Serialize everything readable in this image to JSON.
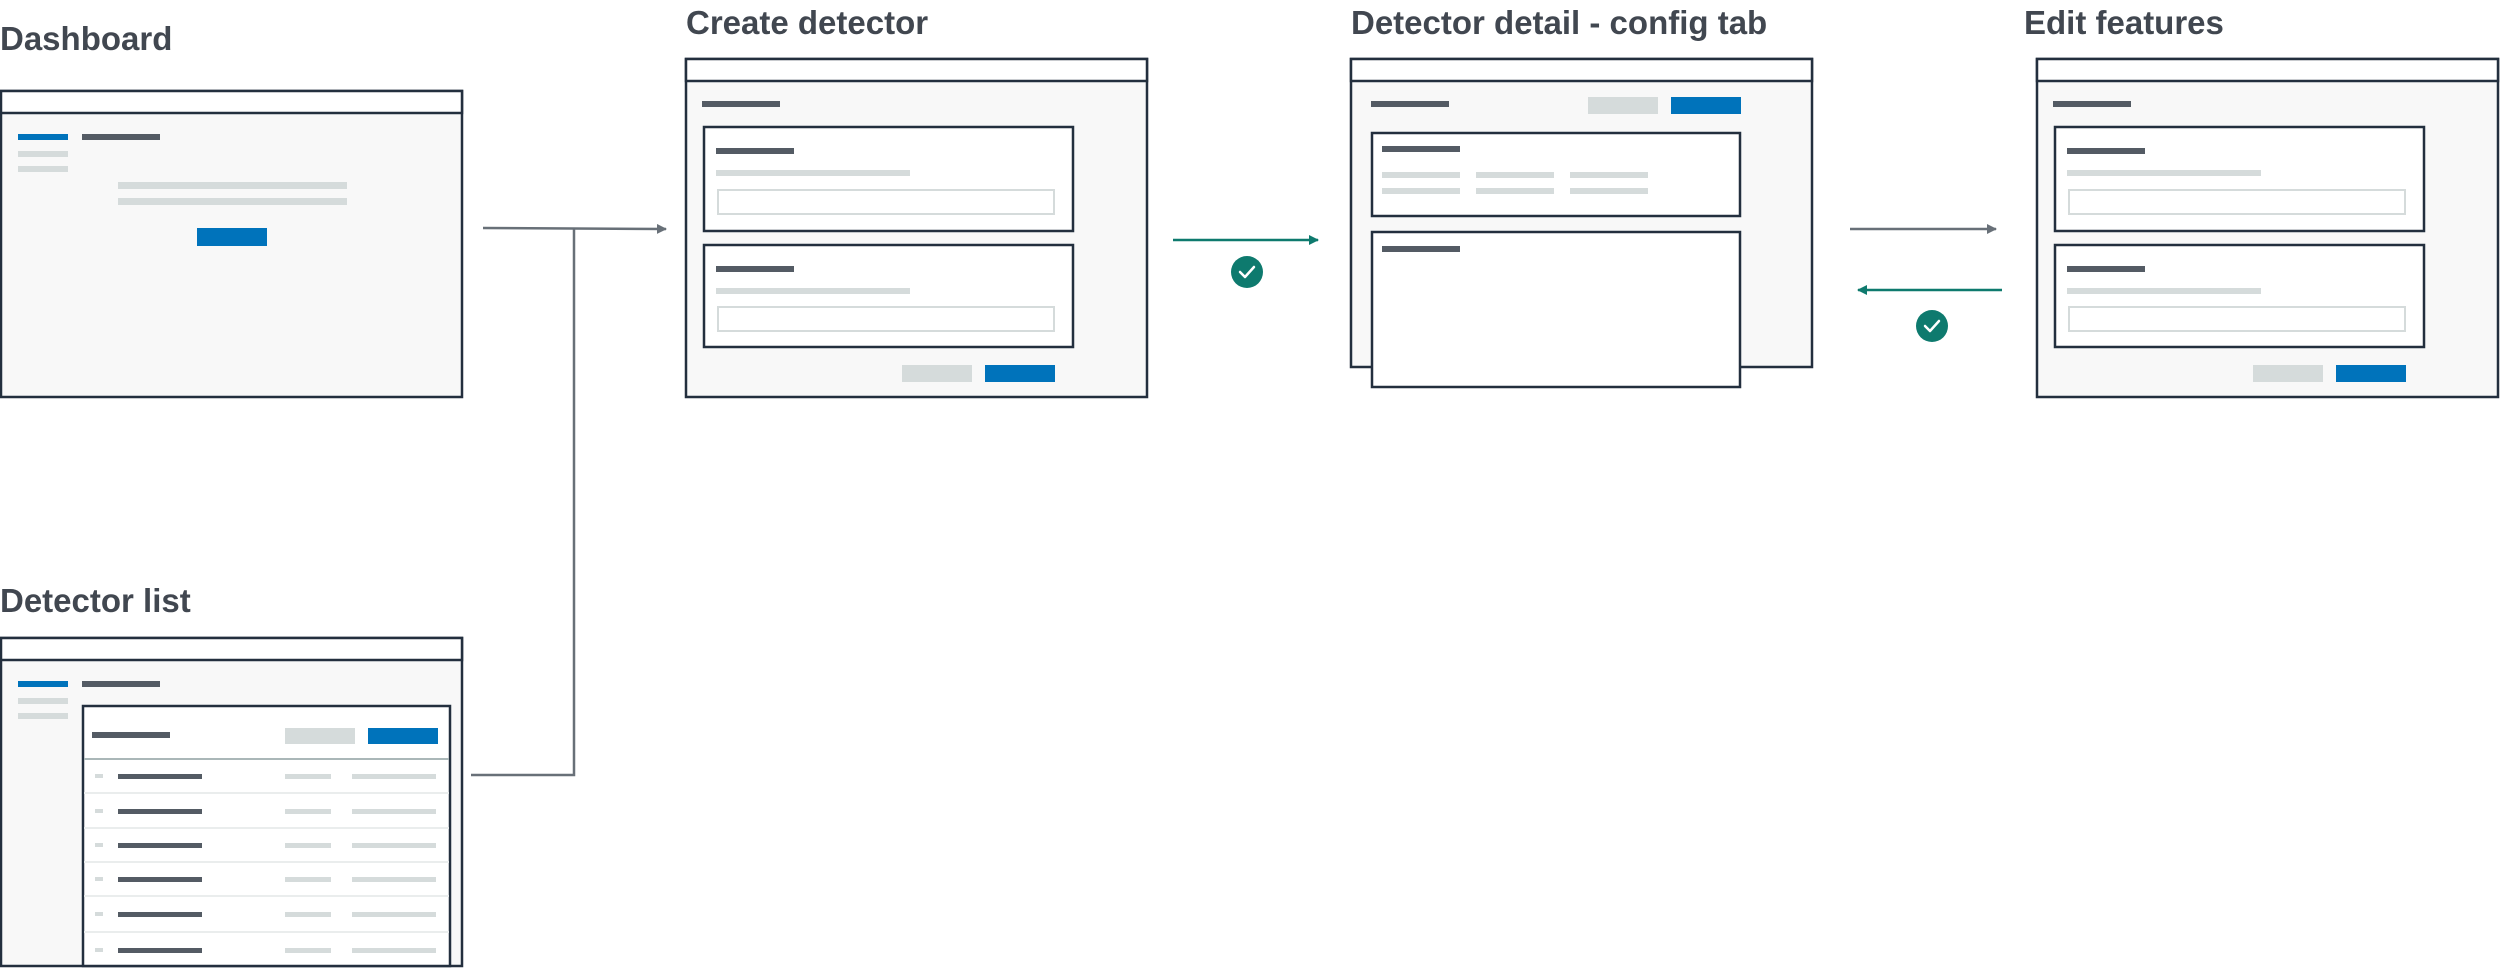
{
  "screens": {
    "dashboard": {
      "title": "Dashboard"
    },
    "detector_list": {
      "title": "Detector list"
    },
    "create_detector": {
      "title": "Create detector"
    },
    "detector_detail": {
      "title": "Detector detail - config tab"
    },
    "edit_features": {
      "title": "Edit features"
    }
  },
  "colors": {
    "frame": "#232f3e",
    "panel": "#f8f8f8",
    "dark_bar": "#545b64",
    "light_bar": "#d5dbdb",
    "primary": "#0073bb",
    "connector": "#687078",
    "success": "#1d8102",
    "success_circle": "#0e7a6e",
    "title": "#414750"
  },
  "icons": {
    "success": "check-circle-icon",
    "arrow": "arrow-right-icon"
  }
}
